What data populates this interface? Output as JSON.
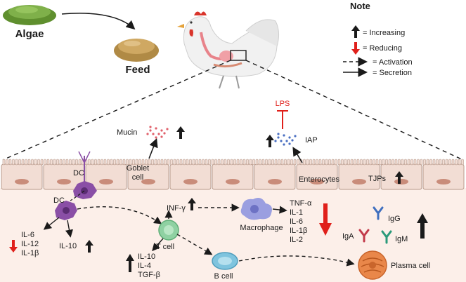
{
  "top": {
    "algae_label": "Algae",
    "feed_label": "Feed"
  },
  "note": {
    "title": "Note",
    "increasing": "= Increasing",
    "reducing": "= Reducing",
    "activation": "= Activation",
    "secretion": "= Secretion"
  },
  "epithelium": {
    "dc_label": "DC",
    "goblet_label_1": "Goblet",
    "goblet_label_2": "cell",
    "enterocytes_label": "Enterocytes",
    "tjps_label": "TJPs",
    "mucin_label": "Mucin",
    "lps_label": "LPS",
    "iap_label": "IAP"
  },
  "lamina": {
    "dc_label": "DC",
    "dc_cytokines": [
      "IL-6",
      "IL-12",
      "IL-1β"
    ],
    "dc_il10": "IL-10",
    "inf_label": "INF-γ",
    "tcell_label": "T cell",
    "tcell_cytokines": [
      "IL-10",
      "IL-4",
      "TGF-β"
    ],
    "macrophage_label": "Macrophage",
    "macrophage_cytokines": [
      "TNF-α",
      "IL-1",
      "IL-6",
      "IL-1β",
      "IL-2"
    ],
    "bcell_label": "B cell",
    "plasma_label": "Plasma cell",
    "igg_label": "IgG",
    "iga_label": "IgA",
    "igm_label": "IgM"
  },
  "colors": {
    "increase_arrow": "#1a1a1a",
    "reduce_arrow": "#e0201b",
    "lps": "#e0201b",
    "cell_fill": "#f2ddd4",
    "cell_stroke": "#b89a8c",
    "nucleus": "#c98c7a",
    "lamina_bg": "#fcefe9",
    "dc_purple": "#8a4fa6",
    "tcell_green": "#8fd1a2",
    "bcell_blue": "#7fc4de",
    "macrophage": "#9b9fe0",
    "plasma_orange": "#e9874a"
  }
}
